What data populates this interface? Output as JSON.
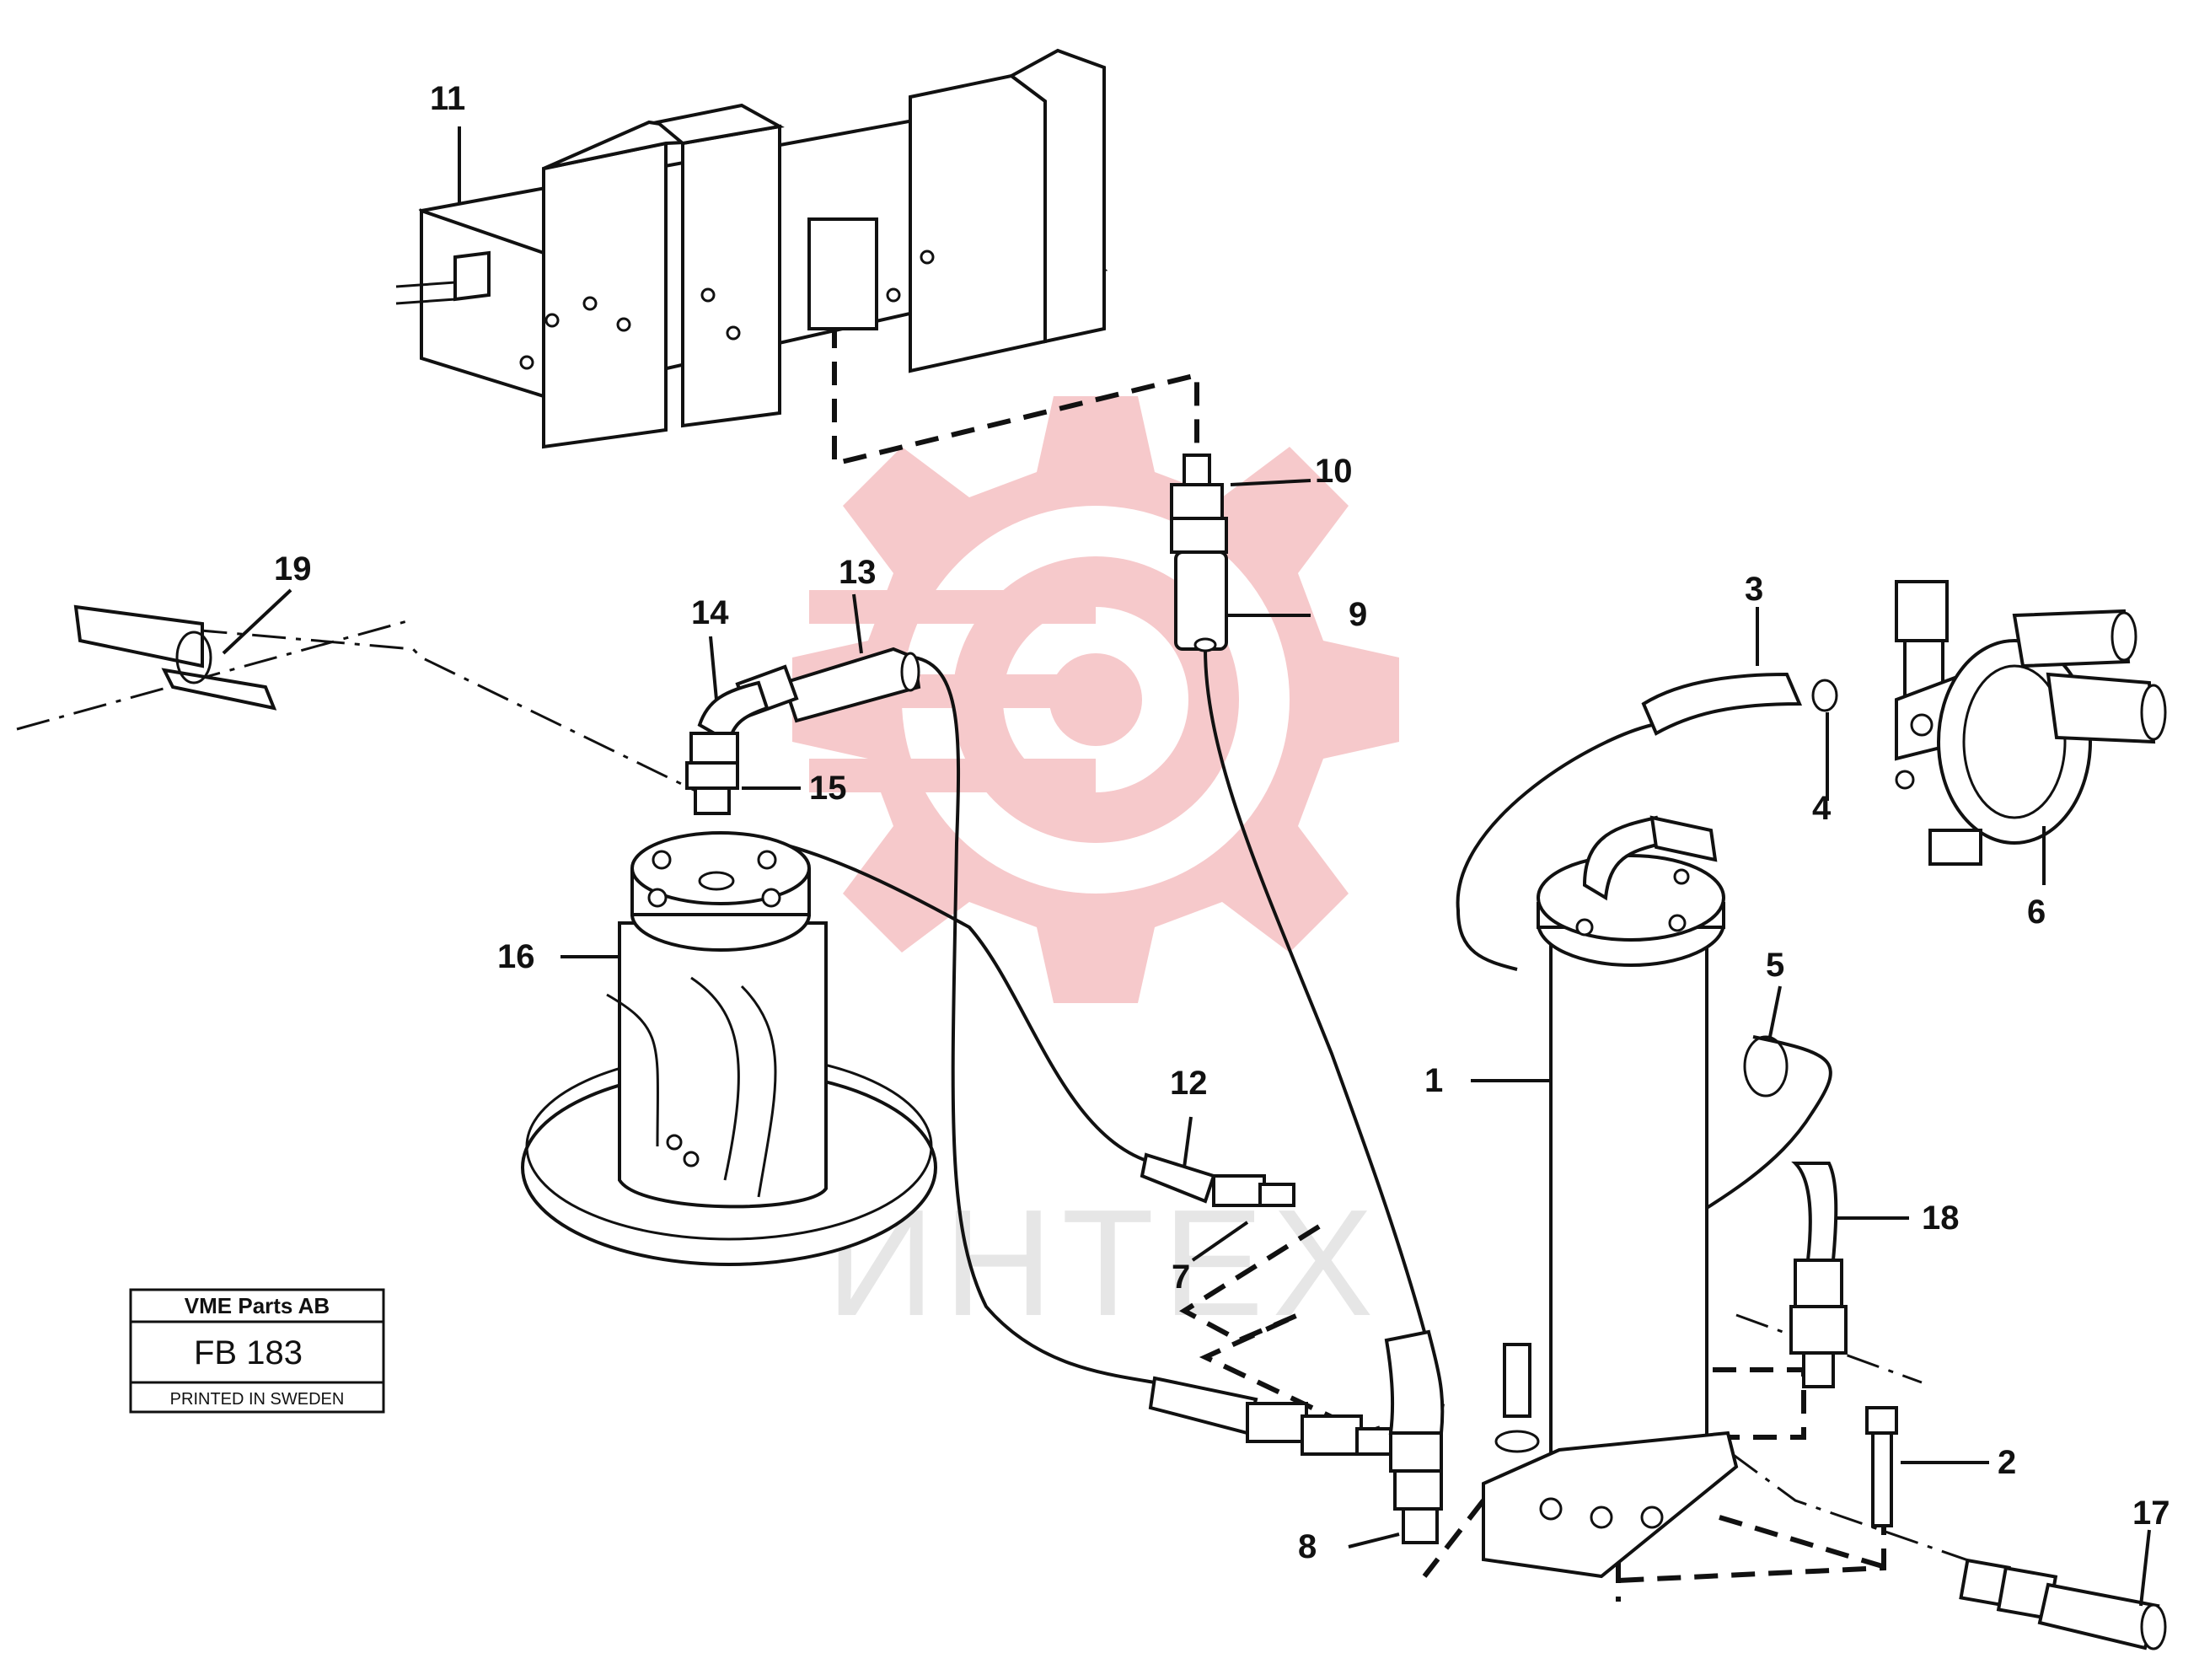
{
  "watermark": {
    "text": "ИНТЕХ",
    "gear_color": "#f6c9cb",
    "text_color": "#e6e6e6"
  },
  "labels": [
    "11",
    "10",
    "9",
    "13",
    "14",
    "15",
    "19",
    "16",
    "3",
    "4",
    "6",
    "5",
    "1",
    "18",
    "12",
    "7",
    "2",
    "8",
    "17"
  ],
  "title_block": {
    "company": "VME Parts AB",
    "code": "FB 183",
    "footer": "PRINTED IN SWEDEN"
  }
}
